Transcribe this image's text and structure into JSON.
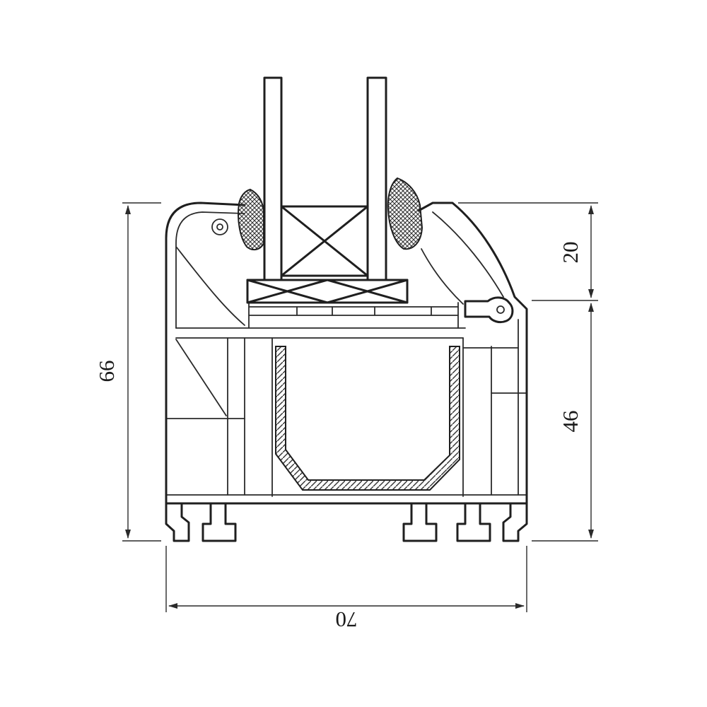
{
  "drawing": {
    "subject": "window-profile-cross-section",
    "dimensions": {
      "height_total": "66",
      "height_upper": "20",
      "height_lower": "46",
      "width_total": "70"
    },
    "colors": {
      "line": "#1f1f1f",
      "background": "#ffffff"
    }
  }
}
